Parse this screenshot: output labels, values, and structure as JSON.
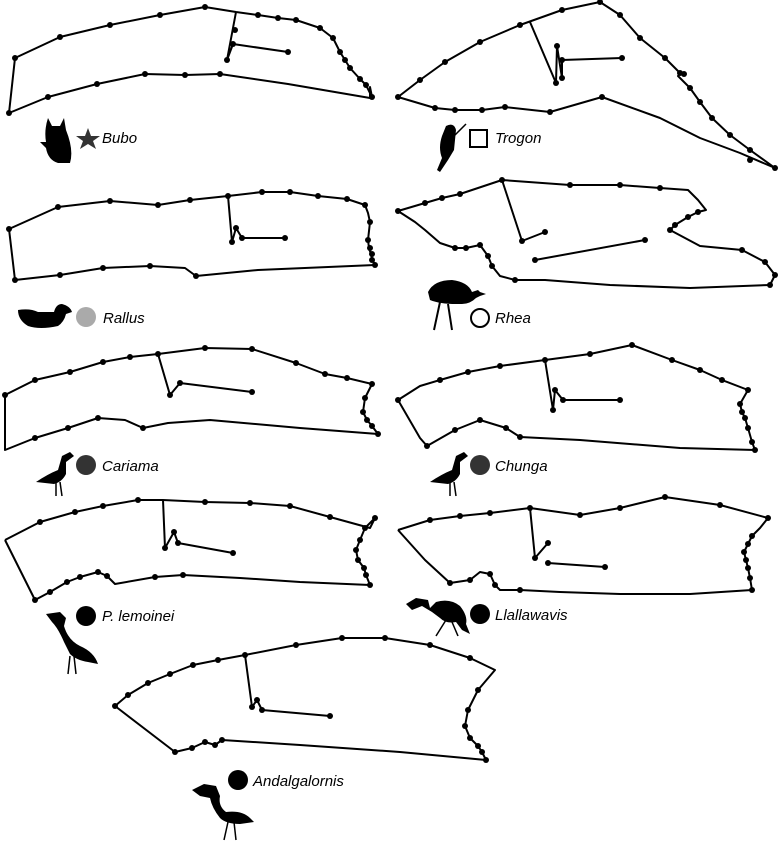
{
  "figure": {
    "panels": [
      {
        "label": "Bubo",
        "symbol": "star",
        "color": "#333333"
      },
      {
        "label": "Trogon",
        "symbol": "square-open",
        "color": "#000000"
      },
      {
        "label": "Rallus",
        "symbol": "circle",
        "color": "#aaaaaa"
      },
      {
        "label": "Rhea",
        "symbol": "circle-open",
        "color": "#000000"
      },
      {
        "label": "Cariama",
        "symbol": "circle",
        "color": "#333333"
      },
      {
        "label": "Chunga",
        "symbol": "circle",
        "color": "#333333"
      },
      {
        "label": "P. lemoinei",
        "symbol": "circle",
        "color": "#000000"
      },
      {
        "label": "Llallawavis",
        "symbol": "circle",
        "color": "#000000"
      },
      {
        "label": "Andalgalornis",
        "symbol": "circle",
        "color": "#000000"
      }
    ]
  }
}
